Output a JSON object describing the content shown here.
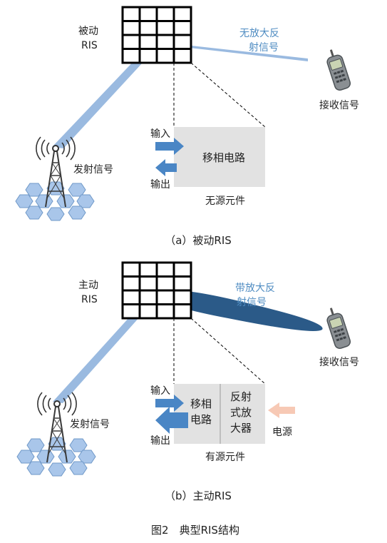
{
  "panel_a": {
    "ris_label_line1": "被动",
    "ris_label_line2": "RIS",
    "beam_label_line1": "无放大反",
    "beam_label_line2": "射信号",
    "receiver_label": "接收信号",
    "transmitter_label": "发射信号",
    "input_label": "输入",
    "output_label": "输出",
    "circuit_label": "移相电路",
    "component_label": "无源元件",
    "caption": "（a）被动RIS"
  },
  "panel_b": {
    "ris_label_line1": "主动",
    "ris_label_line2": "RIS",
    "beam_label_line1": "带放大反",
    "beam_label_line2": "射信号",
    "receiver_label": "接收信号",
    "transmitter_label": "发射信号",
    "input_label": "输入",
    "output_label": "输出",
    "circuit_label_line1": "移相",
    "circuit_label_line2": "电路",
    "amplifier_label_line1": "反射",
    "amplifier_label_line2": "式放",
    "amplifier_label_line3": "大器",
    "power_label": "电源",
    "component_label": "有源元件",
    "caption": "（b）主动RIS"
  },
  "figure_caption": "图2　典型RIS结构",
  "colors": {
    "beam_light": "#8fb3dd",
    "beam_dark": "#2b5a88",
    "arrow_blue": "#4a86c5",
    "arrow_pink": "#f7c9b5",
    "box_gray": "#e2e2e2",
    "hex_fill": "#a9c6ea"
  }
}
